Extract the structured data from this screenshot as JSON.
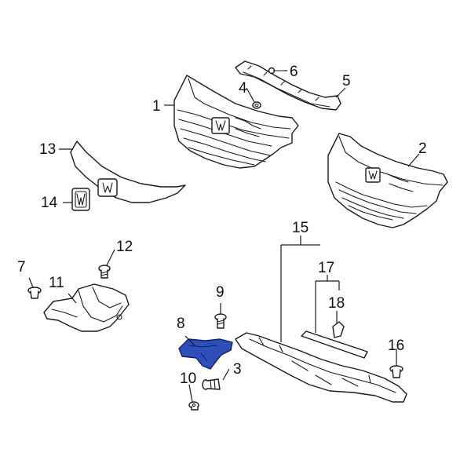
{
  "colors": {
    "line": "#1a1a1a",
    "highlight_fill": "#2f4fb8",
    "highlight_stroke": "#0d1f66",
    "background": "#ffffff"
  },
  "callouts": {
    "c1": "1",
    "c2": "2",
    "c3": "3",
    "c4": "4",
    "c5": "5",
    "c6": "6",
    "c7": "7",
    "c8": "8",
    "c9": "9",
    "c10": "10",
    "c11": "11",
    "c12": "12",
    "c13": "13",
    "c14": "14",
    "c15": "15",
    "c16": "16",
    "c17": "17",
    "c18": "18"
  },
  "highlighted_part": "8"
}
